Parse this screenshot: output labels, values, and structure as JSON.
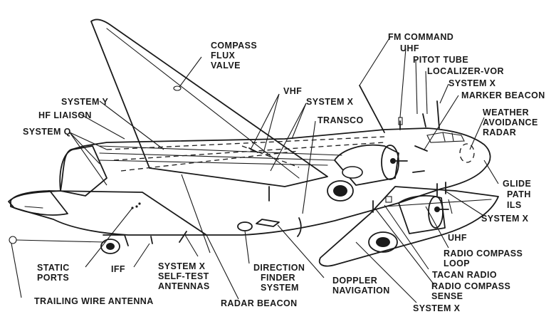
{
  "labels": {
    "compass_flux_valve": [
      "COMPASS",
      "FLUX",
      "VALVE"
    ],
    "fm_command": "FM COMMAND",
    "uhf_top": "UHF",
    "pitot_tube": "PITOT TUBE",
    "localizer_vor": "LOCALIZER-VOR",
    "system_x_top_right": "SYSTEM X",
    "marker_beacon": "MARKER BEACON",
    "weather_radar": [
      "WEATHER",
      "AVOIDANCE",
      "RADAR"
    ],
    "system_y": "SYSTEM Y",
    "hf_liaison": "HF LIAISON",
    "system_q": "SYSTEM Q",
    "vhf": "VHF",
    "system_x_center": "SYSTEM X",
    "transco": "TRANSCO",
    "glide_path": [
      "GLIDE",
      "PATH",
      "ILS"
    ],
    "system_x_right": "SYSTEM X",
    "uhf_bottom": "UHF",
    "radio_compass_loop": [
      "RADIO COMPASS",
      "LOOP"
    ],
    "tacan_radio": "TACAN RADIO",
    "radio_compass_sense": [
      "RADIO COMPASS",
      "SENSE"
    ],
    "system_x_bottom": "SYSTEM X",
    "static_ports": [
      "STATIC",
      "PORTS"
    ],
    "iff": "IFF",
    "system_x_selftest": [
      "SYSTEM X",
      "SELF-TEST",
      "ANTENNAS"
    ],
    "direction_finder": [
      "DIRECTION",
      "FINDER",
      "SYSTEM"
    ],
    "doppler_navigation": [
      "DOPPLER",
      "NAVIGATION"
    ],
    "radar_beacon": "RADAR BEACON",
    "trailing_wire": "TRAILING WIRE ANTENNA"
  },
  "colors": {
    "ink": "#1a1a1a",
    "paper": "#ffffff"
  }
}
